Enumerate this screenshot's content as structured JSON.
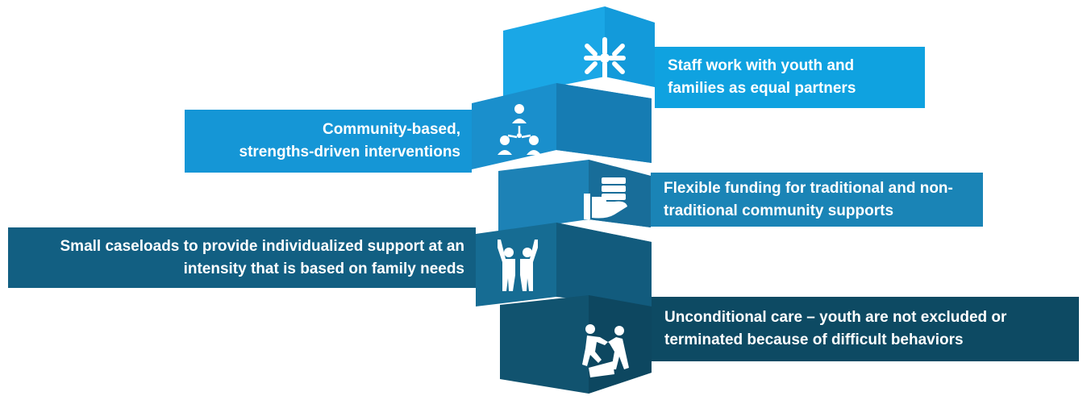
{
  "colors": {
    "block1": "#0fa2e0",
    "block2": "#1596d6",
    "block3": "#1a84b6",
    "block4": "#125f82",
    "block5": "#0d4a63",
    "icon": "#ffffff"
  },
  "pillars": [
    {
      "icon": "joined-hands-icon",
      "lines": [
        "Staff work with youth and",
        "families as equal partners"
      ]
    },
    {
      "icon": "network-people-icon",
      "lines": [
        "Community-based,",
        "strengths-driven interventions"
      ]
    },
    {
      "icon": "hand-coins-icon",
      "lines": [
        "Flexible funding for traditional and non-",
        "traditional community supports"
      ]
    },
    {
      "icon": "two-people-cheering-icon",
      "lines": [
        "Small caseloads to provide individualized support at an",
        "intensity that is based on family needs"
      ]
    },
    {
      "icon": "helping-climb-icon",
      "lines": [
        "Unconditional care – youth are not excluded or",
        "terminated because of difficult behaviors"
      ]
    }
  ]
}
